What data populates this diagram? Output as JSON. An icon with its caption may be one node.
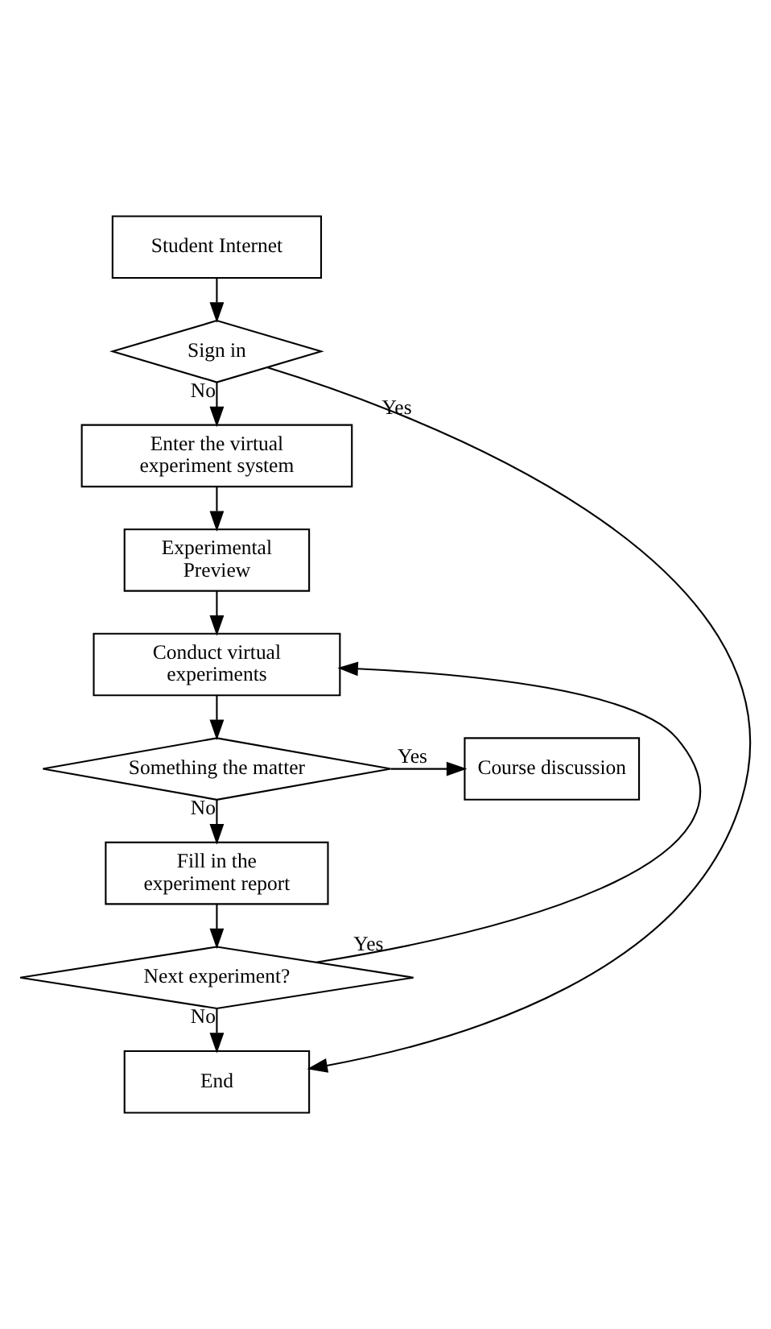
{
  "diagram": {
    "nodes": [
      {
        "text": [
          "Student Internet"
        ]
      },
      {
        "text": [
          "Sign in"
        ]
      },
      {
        "text": [
          "Enter the virtual experiment system"
        ]
      },
      {
        "text": [
          "Experimental Preview"
        ]
      },
      {
        "text": [
          "Conduct virtual experiments"
        ]
      },
      {
        "text": [
          "Something the matter"
        ]
      },
      {
        "text": [
          "Course discussion"
        ]
      },
      {
        "text": [
          "Fill in the experiment report"
        ]
      },
      {
        "text": [
          "Next experiment?"
        ]
      },
      {
        "text": [
          "End"
        ]
      }
    ],
    "edges": [
      {
        "from": 0,
        "to": 1,
        "arrow": "to"
      },
      {
        "from": 1,
        "to": 9,
        "arrow": "to",
        "label": "Yes"
      },
      {
        "from": 1,
        "to": 2,
        "arrow": "to",
        "label": "No"
      },
      {
        "from": 2,
        "to": 3,
        "arrow": "to"
      },
      {
        "from": 3,
        "to": 4,
        "arrow": "to"
      },
      {
        "from": 4,
        "to": 5,
        "arrow": "to"
      },
      {
        "from": 5,
        "to": 6,
        "arrow": "to",
        "label": "Yes"
      },
      {
        "from": 5,
        "to": 7,
        "arrow": "to",
        "label": "No"
      },
      {
        "from": 7,
        "to": 8,
        "arrow": "to"
      },
      {
        "from": 8,
        "to": 4,
        "arrow": "to",
        "label": "Yes"
      },
      {
        "from": 8,
        "to": 9,
        "arrow": "to",
        "label": "No"
      }
    ]
  }
}
